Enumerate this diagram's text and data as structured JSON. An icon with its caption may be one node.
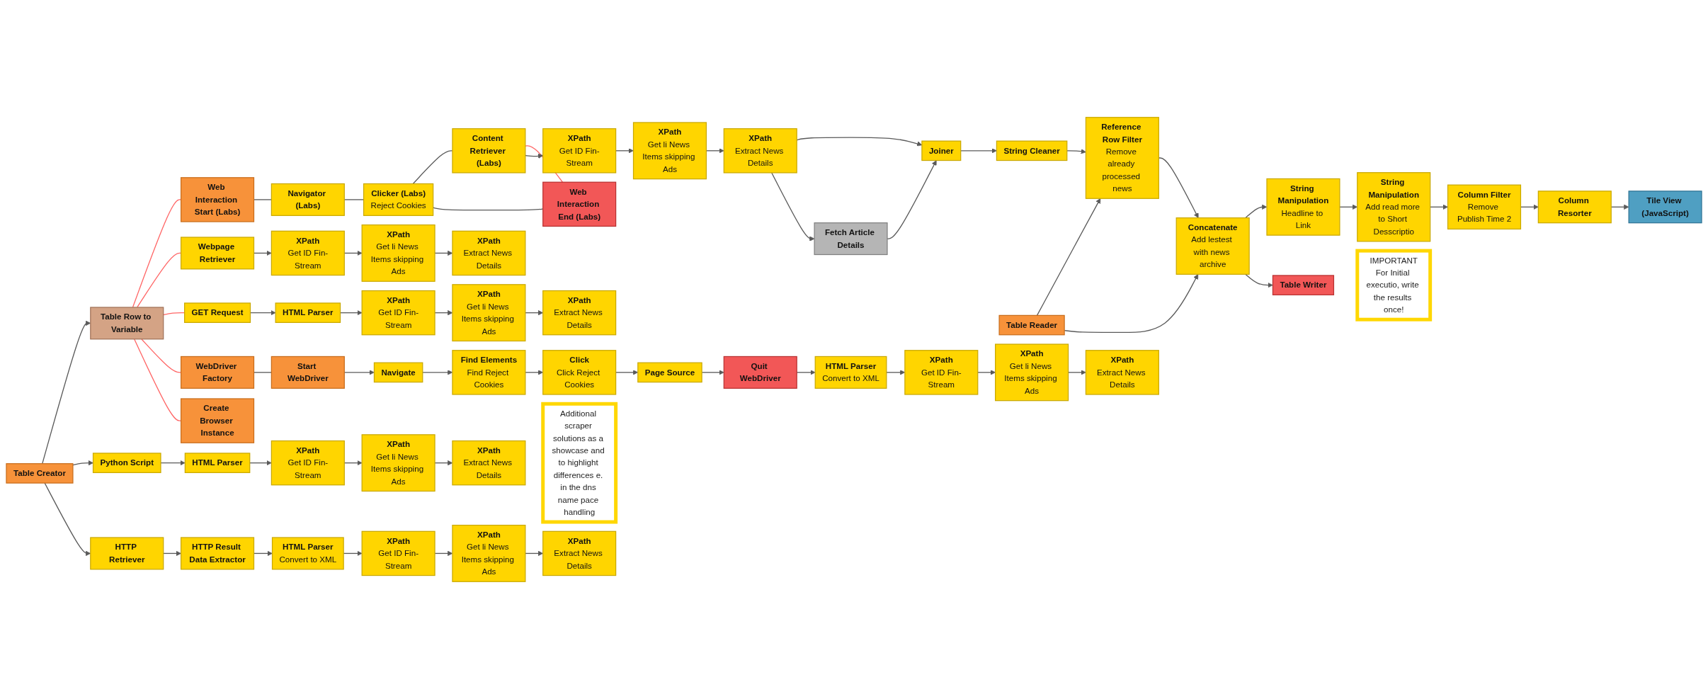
{
  "diagram": {
    "nodes": [
      {
        "text": [
          "Web Interaction Start (Labs)"
        ]
      },
      {
        "text": [
          "Navigator (Labs)"
        ]
      },
      {
        "text": [
          "Clicker (Labs)",
          "Reject Cookies"
        ]
      },
      {
        "text": [
          "Content Retriever (Labs)"
        ]
      },
      {
        "text": [
          "XPath",
          "Get ID Fin-Stream"
        ]
      },
      {
        "text": [
          "XPath",
          "Get li News Items skipping Ads"
        ]
      },
      {
        "text": [
          "XPath",
          "Extract News Details"
        ]
      },
      {
        "text": [
          "Joiner"
        ]
      },
      {
        "text": [
          "String Cleaner"
        ]
      },
      {
        "text": [
          "Reference Row Filter",
          "Remove already processed news"
        ]
      },
      {
        "text": [
          "Concatenate",
          "Add lestest with news archive"
        ]
      },
      {
        "text": [
          "String Manipulation",
          "Headline to Link"
        ]
      },
      {
        "text": [
          "String Manipulation",
          "Add read more to Short Desscriptio"
        ]
      },
      {
        "text": [
          "Column Filter",
          "Remove Publish Time 2"
        ]
      },
      {
        "text": [
          "Column Resorter"
        ]
      },
      {
        "text": [
          "Tile View (JavaScript)"
        ]
      },
      {
        "text": [
          "Web Interaction End (Labs)"
        ]
      },
      {
        "text": [
          "Fetch Article Details"
        ]
      },
      {
        "text": [
          "Table Reader"
        ]
      },
      {
        "text": [
          "Table Writer"
        ]
      },
      {
        "text": [
          "IMPORTANT",
          "For Initial executio, write the results once!"
        ]
      },
      {
        "text": [
          "Table Creator"
        ]
      },
      {
        "text": [
          "Table Row to Variable"
        ]
      },
      {
        "text": [
          "Python Script"
        ]
      },
      {
        "text": [
          "HTML Parser"
        ]
      },
      {
        "text": [
          "XPath",
          "Get ID Fin-Stream"
        ]
      },
      {
        "text": [
          "XPath",
          "Get li News Items skipping Ads"
        ]
      },
      {
        "text": [
          "XPath",
          "Extract News Details"
        ]
      },
      {
        "text": [
          "Additional scraper solutions as a showcase and to highlight differences e. in the dns name pace handling"
        ]
      },
      {
        "text": [
          "Webpage Retriever"
        ]
      },
      {
        "text": [
          "XPath",
          "Get ID Fin-Stream"
        ]
      },
      {
        "text": [
          "XPath",
          "Get li News Items skipping Ads"
        ]
      },
      {
        "text": [
          "XPath",
          "Extract News Details"
        ]
      },
      {
        "text": [
          "GET Request"
        ]
      },
      {
        "text": [
          "HTML Parser"
        ]
      },
      {
        "text": [
          "XPath",
          "Get ID Fin-Stream"
        ]
      },
      {
        "text": [
          "XPath",
          "Get li News Items skipping Ads"
        ]
      },
      {
        "text": [
          "XPath",
          "Extract News Details"
        ]
      },
      {
        "text": [
          "HTTP Retriever"
        ]
      },
      {
        "text": [
          "HTTP Result Data Extractor"
        ]
      },
      {
        "text": [
          "HTML Parser",
          "Convert to XML"
        ]
      },
      {
        "text": [
          "XPath",
          "Get ID Fin-Stream"
        ]
      },
      {
        "text": [
          "XPath",
          "Get li News Items skipping Ads"
        ]
      },
      {
        "text": [
          "XPath",
          "Extract News Details"
        ]
      },
      {
        "text": [
          "WebDriver Factory"
        ]
      },
      {
        "text": [
          "Start WebDriver"
        ]
      },
      {
        "text": [
          "Navigate"
        ]
      },
      {
        "text": [
          "Find Elements",
          "Find Reject Cookies"
        ]
      },
      {
        "text": [
          "Click",
          "Click Reject Cookies"
        ]
      },
      {
        "text": [
          "Page Source"
        ]
      },
      {
        "text": [
          "Quit WebDriver"
        ]
      },
      {
        "text": [
          "HTML Parser",
          "Convert to XML"
        ]
      },
      {
        "text": [
          "XPath",
          "Get ID Fin-Stream"
        ]
      },
      {
        "text": [
          "XPath",
          "Get li News Items skipping Ads"
        ]
      },
      {
        "text": [
          "XPath",
          "Extract News Details"
        ]
      },
      {
        "text": [
          "Create Browser Instance"
        ]
      }
    ],
    "edges": [
      {
        "from": 22,
        "to": 0,
        "arrow": "none",
        "color": "#ff6666"
      },
      {
        "from": 0,
        "to": 1,
        "arrow": "none"
      },
      {
        "from": 1,
        "to": 2,
        "arrow": "none"
      },
      {
        "from": 2,
        "to": 3,
        "arrow": "none"
      },
      {
        "from": 2,
        "to": 16,
        "arrow": "none"
      },
      {
        "from": 3,
        "to": 16,
        "arrow": "none",
        "color": "#ff6666"
      },
      {
        "from": 3,
        "to": 4,
        "arrow": "to"
      },
      {
        "from": 4,
        "to": 5,
        "arrow": "to"
      },
      {
        "from": 5,
        "to": 6,
        "arrow": "to"
      },
      {
        "from": 6,
        "to": 7,
        "arrow": "to"
      },
      {
        "from": 6,
        "to": 17,
        "arrow": "to"
      },
      {
        "from": 17,
        "to": 7,
        "arrow": "to"
      },
      {
        "from": 7,
        "to": 8,
        "arrow": "to"
      },
      {
        "from": 8,
        "to": 9,
        "arrow": "to"
      },
      {
        "from": 18,
        "to": 9,
        "arrow": "to"
      },
      {
        "from": 9,
        "to": 10,
        "arrow": "to"
      },
      {
        "from": 18,
        "to": 10,
        "arrow": "to"
      },
      {
        "from": 10,
        "to": 11,
        "arrow": "to"
      },
      {
        "from": 10,
        "to": 19,
        "arrow": "to"
      },
      {
        "from": 11,
        "to": 12,
        "arrow": "to"
      },
      {
        "from": 12,
        "to": 13,
        "arrow": "to"
      },
      {
        "from": 13,
        "to": 14,
        "arrow": "to"
      },
      {
        "from": 14,
        "to": 15,
        "arrow": "to"
      },
      {
        "from": 21,
        "to": 22,
        "arrow": "to"
      },
      {
        "from": 21,
        "to": 23,
        "arrow": "to"
      },
      {
        "from": 23,
        "to": 24,
        "arrow": "to"
      },
      {
        "from": 24,
        "to": 25,
        "arrow": "to"
      },
      {
        "from": 25,
        "to": 26,
        "arrow": "to"
      },
      {
        "from": 26,
        "to": 27,
        "arrow": "to"
      },
      {
        "from": 22,
        "to": 29,
        "arrow": "none",
        "color": "#ff6666"
      },
      {
        "from": 29,
        "to": 30,
        "arrow": "to"
      },
      {
        "from": 30,
        "to": 31,
        "arrow": "to"
      },
      {
        "from": 31,
        "to": 32,
        "arrow": "to"
      },
      {
        "from": 22,
        "to": 33,
        "arrow": "none",
        "color": "#ff6666"
      },
      {
        "from": 33,
        "to": 34,
        "arrow": "to"
      },
      {
        "from": 34,
        "to": 35,
        "arrow": "to"
      },
      {
        "from": 35,
        "to": 36,
        "arrow": "to"
      },
      {
        "from": 36,
        "to": 37,
        "arrow": "to"
      },
      {
        "from": 21,
        "to": 38,
        "arrow": "to"
      },
      {
        "from": 38,
        "to": 39,
        "arrow": "to"
      },
      {
        "from": 39,
        "to": 40,
        "arrow": "to"
      },
      {
        "from": 40,
        "to": 41,
        "arrow": "to"
      },
      {
        "from": 41,
        "to": 42,
        "arrow": "to"
      },
      {
        "from": 42,
        "to": 43,
        "arrow": "to"
      },
      {
        "from": 22,
        "to": 44,
        "arrow": "none",
        "color": "#ff6666"
      },
      {
        "from": 44,
        "to": 45,
        "arrow": "none"
      },
      {
        "from": 45,
        "to": 46,
        "arrow": "to"
      },
      {
        "from": 46,
        "to": 47,
        "arrow": "to"
      },
      {
        "from": 47,
        "to": 48,
        "arrow": "to"
      },
      {
        "from": 48,
        "to": 49,
        "arrow": "to"
      },
      {
        "from": 49,
        "to": 50,
        "arrow": "to"
      },
      {
        "from": 50,
        "to": 51,
        "arrow": "to"
      },
      {
        "from": 51,
        "to": 52,
        "arrow": "to"
      },
      {
        "from": 52,
        "to": 53,
        "arrow": "to"
      },
      {
        "from": 53,
        "to": 54,
        "arrow": "to"
      },
      {
        "from": 22,
        "to": 55,
        "arrow": "none",
        "color": "#ff6666"
      }
    ]
  }
}
